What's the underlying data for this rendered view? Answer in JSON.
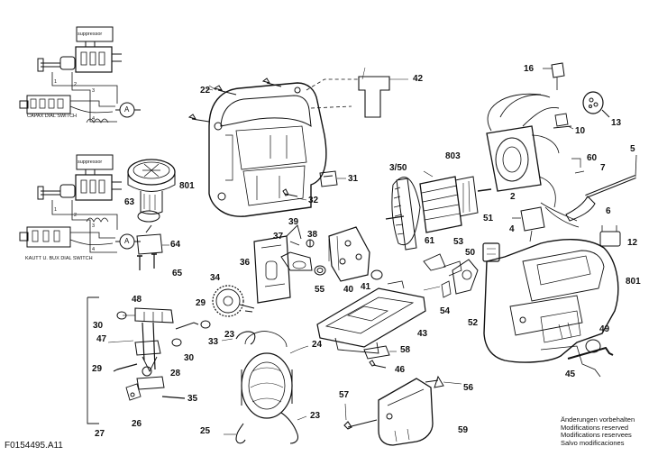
{
  "schematics": {
    "top": {
      "suppressor": "suppressor",
      "switch_caption": "CAPAX DIAL SWITCH",
      "terminals": [
        "1",
        "2",
        "3",
        "4"
      ]
    },
    "bottom": {
      "suppressor": "suppressor",
      "switch_caption": "KAUTT U. BUX DIAL SWITCH",
      "terminals": [
        "1",
        "2",
        "3",
        "4"
      ]
    },
    "meter_symbol": "A"
  },
  "callouts": {
    "p22": "22",
    "p42": "42",
    "p801a": "801",
    "p31": "31",
    "p32": "32",
    "p350": "3/50",
    "p803": "803",
    "p16": "16",
    "p13": "13",
    "p10": "10",
    "p5": "5",
    "p60": "60",
    "p7": "7",
    "p2": "2",
    "p6": "6",
    "p63": "63",
    "p64": "64",
    "p65": "65",
    "p39": "39",
    "p37": "37",
    "p38": "38",
    "p36": "36",
    "p55": "55",
    "p40": "40",
    "p41": "41",
    "p34": "34",
    "p51": "51",
    "p4": "4",
    "p12": "12",
    "p61": "61",
    "p53": "53",
    "p50": "50",
    "p801b": "801",
    "p54": "54",
    "p52": "52",
    "p48": "48",
    "p29a": "29",
    "p30a": "30",
    "p47": "47",
    "p33": "33",
    "p23a": "23",
    "p24": "24",
    "p43": "43",
    "p49": "49",
    "p29b": "29",
    "p30b": "30",
    "p28": "28",
    "p58": "58",
    "p46": "46",
    "p45": "45",
    "p35": "35",
    "p26": "26",
    "p57": "57",
    "p56": "56",
    "p27": "27",
    "p25": "25",
    "p23b": "23",
    "p59": "59"
  },
  "document_id": "F0154495.A11",
  "notes": [
    "Änderungen vorbehalten",
    "Modifications reserved",
    "Modifications reservees",
    "Salvo modificaciones"
  ]
}
